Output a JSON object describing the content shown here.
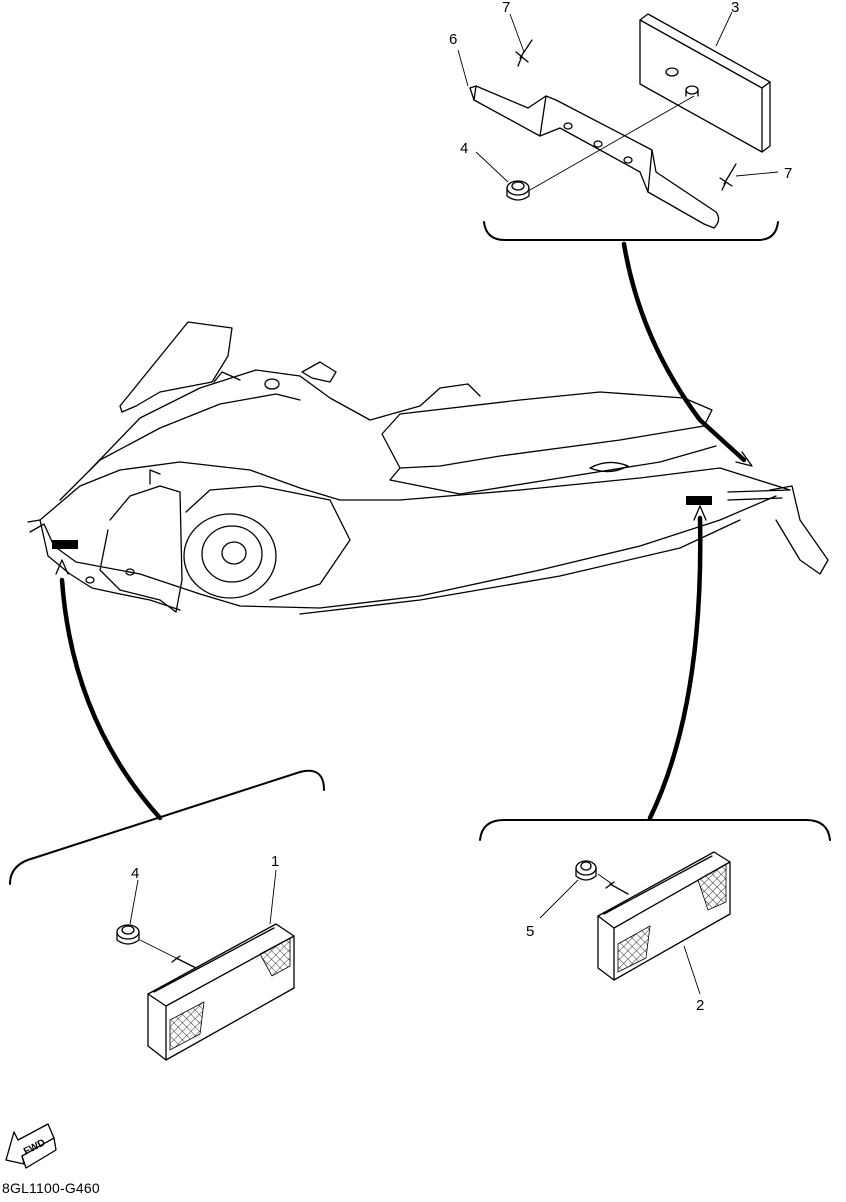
{
  "diagram": {
    "callouts": {
      "part_1": "1",
      "part_2": "2",
      "part_3": "3",
      "part_4_upper": "4",
      "part_4_lower": "4",
      "part_5": "5",
      "part_6": "6",
      "part_7_left": "7",
      "part_7_right": "7"
    },
    "fwd_label": "FWD",
    "drawing_code": "8GL1100-G460"
  },
  "colors": {
    "line": "#000000",
    "background": "#ffffff"
  }
}
